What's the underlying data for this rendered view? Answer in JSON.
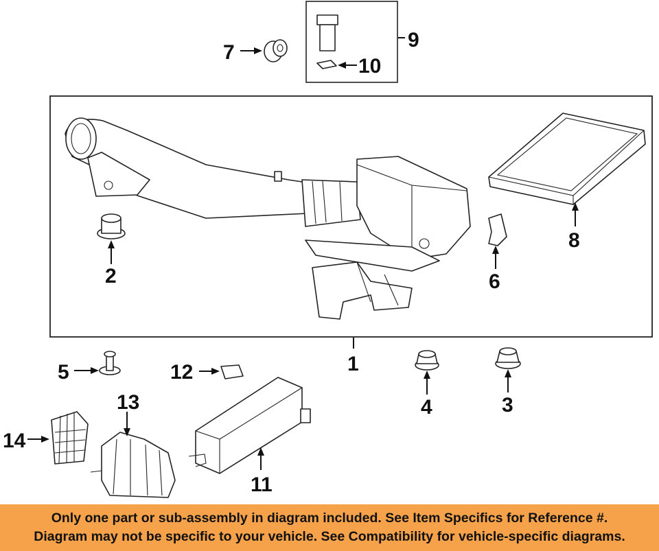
{
  "callouts": {
    "c1": "1",
    "c2": "2",
    "c3": "3",
    "c4": "4",
    "c5": "5",
    "c6": "6",
    "c7": "7",
    "c8": "8",
    "c9": "9",
    "c10": "10",
    "c11": "11",
    "c12": "12",
    "c13": "13",
    "c14": "14"
  },
  "banner": {
    "line1": "Only one part or sub-assembly in diagram included. See Item Specifics for Reference #.",
    "line2": "Diagram may not be specific to your vehicle. See Compatibility for vehicle-specific diagrams."
  },
  "colors": {
    "banner_bg": "#f5a24a",
    "line": "#222222"
  }
}
